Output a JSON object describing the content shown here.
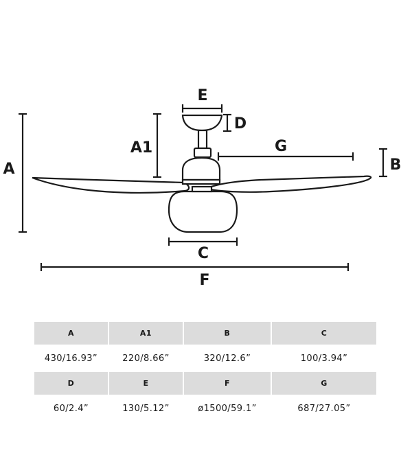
{
  "diagram": {
    "labels": {
      "A": "A",
      "A1": "A1",
      "B": "B",
      "C": "C",
      "D": "D",
      "E": "E",
      "F": "F",
      "G": "G"
    }
  },
  "spec_table": {
    "rows": [
      {
        "headers": [
          "A",
          "A1",
          "B",
          "C"
        ],
        "values": [
          "430/16.93”",
          "220/8.66”",
          "320/12.6”",
          "100/3.94”"
        ]
      },
      {
        "headers": [
          "D",
          "E",
          "F",
          "G"
        ],
        "values": [
          "60/2.4”",
          "130/5.12”",
          "ø1500/59.1”",
          "687/27.05”"
        ]
      }
    ]
  }
}
